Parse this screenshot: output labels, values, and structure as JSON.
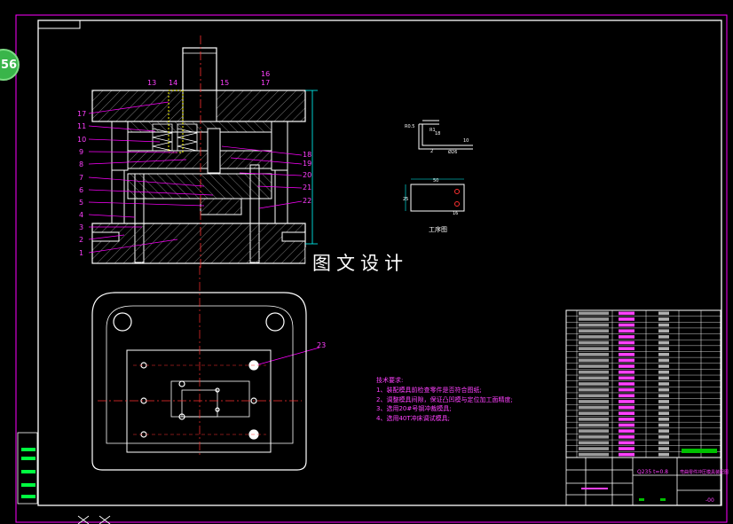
{
  "badge": {
    "number": "56"
  },
  "watermark": {
    "text": "图文设计"
  },
  "part_callouts": {
    "left": [
      "17",
      "11",
      "10",
      "9",
      "8",
      "7",
      "6",
      "5",
      "4",
      "3",
      "2",
      "1"
    ],
    "top": [
      "13",
      "14",
      "15",
      "16",
      "17"
    ],
    "right": [
      "18",
      "19",
      "20",
      "21",
      "22"
    ],
    "plan": "23"
  },
  "workpiece": {
    "caption": "工序图",
    "dims": [
      "R0.5",
      "18",
      "R1",
      "10",
      "2",
      "Ø26",
      "16",
      "25",
      "50"
    ]
  },
  "tech_notes": {
    "heading": "技术要求:",
    "lines": [
      "1、装配模具前检查零件是否符合图纸;",
      "2、调整模具间隙，保证凸凹模与定位加工面精度;",
      "3、选用20#号钢冲裁模具;",
      "4、选用40T冲床调试模具;"
    ]
  },
  "title_block": {
    "material": "Q235 t=0.8",
    "title": "弯曲零件冲压模具装配图",
    "drawing_no": "-00"
  },
  "bom_rows": 25,
  "colors": {
    "frame": "#ff00ff",
    "outline": "#ffffff",
    "hatch": "#a0a0a0",
    "callout": "#ff00ff",
    "dimension": "#00ffff",
    "centerline": "#ff3030",
    "note": "#ff40ff",
    "accent": "#ffff00"
  }
}
